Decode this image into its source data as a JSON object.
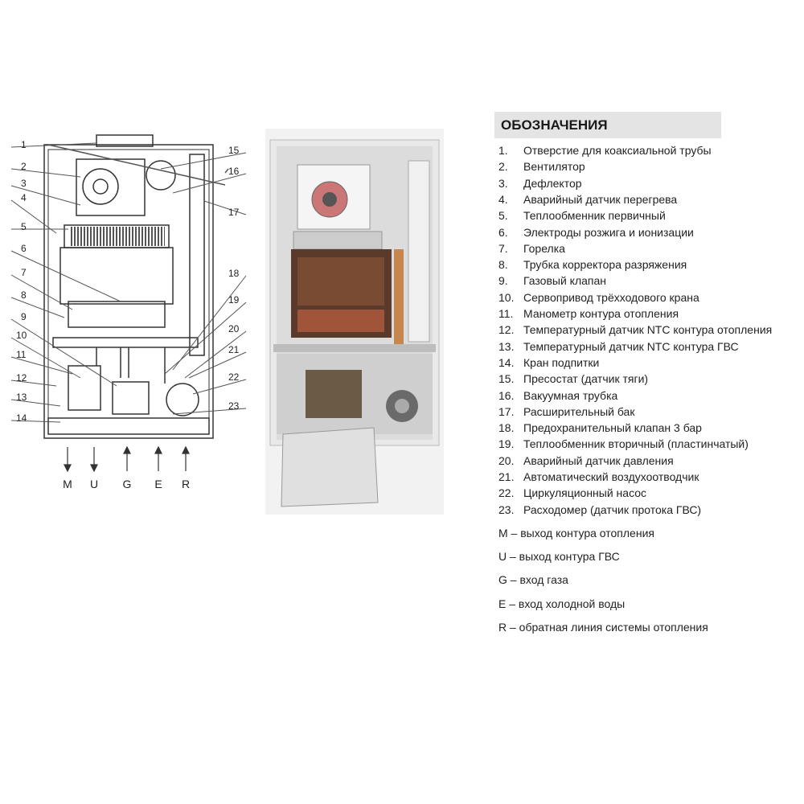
{
  "schematic": {
    "left_callouts": [
      "1",
      "2",
      "3",
      "4",
      "5",
      "6",
      "7",
      "8",
      "9",
      "10",
      "11",
      "12",
      "13",
      "14"
    ],
    "right_callouts": [
      "15",
      "16",
      "17",
      "18",
      "19",
      "20",
      "21",
      "22",
      "23"
    ],
    "connections": [
      "M",
      "U",
      "G",
      "E",
      "R"
    ]
  },
  "legend": {
    "title": "ОБОЗНАЧЕНИЯ",
    "items": [
      {
        "n": "1.",
        "t": "Отверстие для коаксиальной трубы"
      },
      {
        "n": "2.",
        "t": "Вентилятор"
      },
      {
        "n": "3.",
        "t": "Дефлектор"
      },
      {
        "n": "4.",
        "t": "Аварийный датчик перегрева"
      },
      {
        "n": "5.",
        "t": "Теплообменник первичный"
      },
      {
        "n": "6.",
        "t": "Электроды розжига и ионизации"
      },
      {
        "n": "7.",
        "t": "Горелка"
      },
      {
        "n": "8.",
        "t": "Трубка корректора разряжения"
      },
      {
        "n": "9.",
        "t": "Газовый клапан"
      },
      {
        "n": "10.",
        "t": "Сервопривод трёхходового крана"
      },
      {
        "n": "11.",
        "t": "Манометр  контура отопления"
      },
      {
        "n": "12.",
        "t": "Температурный датчик NTC контура отопления"
      },
      {
        "n": "13.",
        "t": "Температурный датчик NTC контура ГВС"
      },
      {
        "n": "14.",
        "t": "Кран подпитки"
      },
      {
        "n": "15.",
        "t": "Пресостат (датчик тяги)"
      },
      {
        "n": "16.",
        "t": "Вакуумная трубка"
      },
      {
        "n": "17.",
        "t": "Расширительный  бак"
      },
      {
        "n": "18.",
        "t": "Предохранительный клапан 3 бар"
      },
      {
        "n": "19.",
        "t": "Теплообменник вторичный (пластинчатый)"
      },
      {
        "n": "20.",
        "t": "Аварийный датчик давления"
      },
      {
        "n": "21.",
        "t": "Автоматический  воздухоотводчик"
      },
      {
        "n": "22.",
        "t": "Циркуляционный насос"
      },
      {
        "n": "23.",
        "t": "Расходомер (датчик протока ГВС)"
      }
    ],
    "connections": [
      "M – выход контура отопления",
      "U – выход контура ГВС",
      "G – вход газа",
      "E – вход холодной воды",
      "R – обратная линия системы отопления"
    ]
  }
}
